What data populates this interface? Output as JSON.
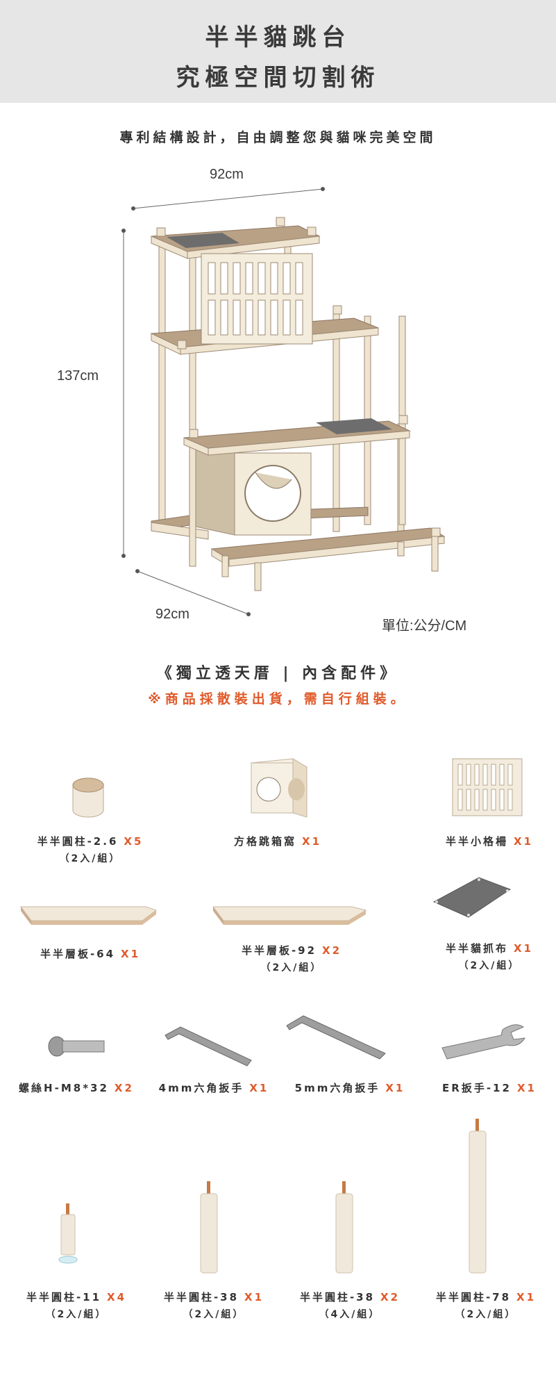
{
  "header": {
    "title_line1": "半半貓跳台",
    "title_line2": "究極空間切割術"
  },
  "subtitle": "專利結構設計，自由調整您與貓咪完美空間",
  "dimensions": {
    "width_top": "92cm",
    "height": "137cm",
    "depth": "92cm",
    "unit_note": "單位:公分/CM"
  },
  "section_title": "《獨立透天厝 | 內含配件》",
  "notice": "※商品採散裝出貨，需自行組裝。",
  "parts": [
    {
      "name": "半半圓柱-2.6",
      "qty": "X5",
      "note": "（2入/組）"
    },
    {
      "name": "方格跳箱窩",
      "qty": "X1",
      "note": ""
    },
    {
      "name": "半半小格柵",
      "qty": "X1",
      "note": ""
    },
    {
      "name": "半半層板-64",
      "qty": "X1",
      "note": ""
    },
    {
      "name": "半半層板-92",
      "qty": "X2",
      "note": "（2入/組）"
    },
    {
      "name": "半半貓抓布",
      "qty": "X1",
      "note": "（2入/組）"
    },
    {
      "name": "螺絲H-M8*32",
      "qty": "X2",
      "note": ""
    },
    {
      "name": "4mm六角扳手",
      "qty": "X1",
      "note": ""
    },
    {
      "name": "5mm六角扳手",
      "qty": "X1",
      "note": ""
    },
    {
      "name": "ER扳手-12",
      "qty": "X1",
      "note": ""
    },
    {
      "name": "半半圓柱-11",
      "qty": "X4",
      "note": "（2入/組）"
    },
    {
      "name": "半半圓柱-38",
      "qty": "X1",
      "note": "（2入/組）"
    },
    {
      "name": "半半圓柱-38",
      "qty": "X2",
      "note": "（4入/組）"
    },
    {
      "name": "半半圓柱-78",
      "qty": "X1",
      "note": "（2入/組）"
    }
  ],
  "colors": {
    "accent": "#e05a2a",
    "wood": "#b9a186",
    "pillar": "#efe4d0",
    "header_bg": "#e6e6e6"
  }
}
